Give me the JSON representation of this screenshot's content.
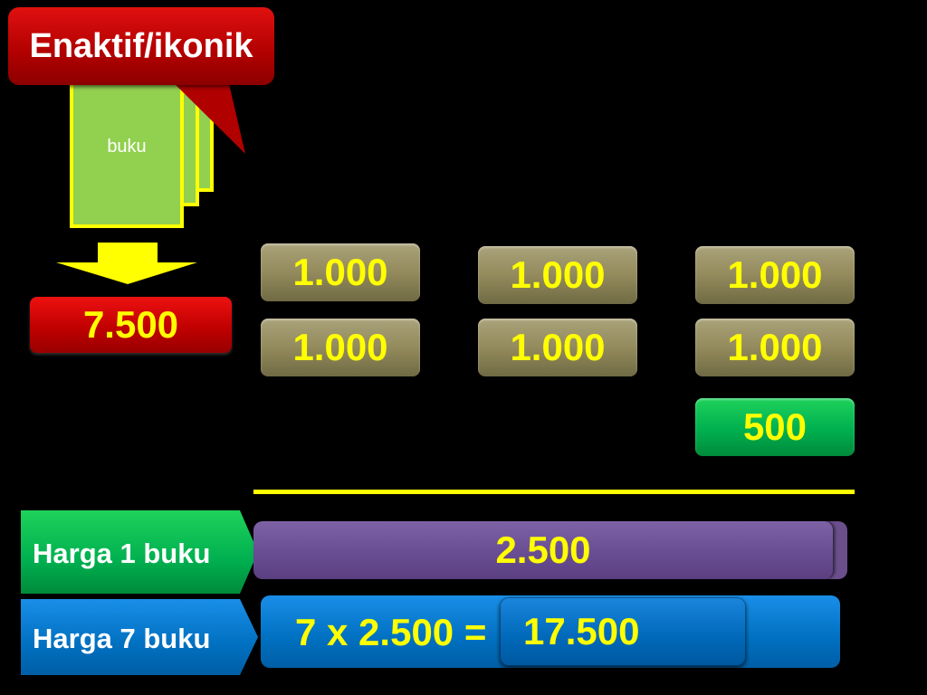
{
  "callout": {
    "title": "Enaktif/ikonik"
  },
  "book": {
    "label": "buku"
  },
  "total_box": {
    "value": "7.500"
  },
  "notes": [
    "1.000",
    "1.000",
    "1.000",
    "1.000",
    "1.000",
    "1.000"
  ],
  "coin": {
    "value": "500"
  },
  "rows": {
    "price_one": {
      "label": "Harga 1 buku",
      "value": "2.500"
    },
    "price_seven": {
      "label": "Harga 7 buku",
      "formula": "7 x 2.500 =",
      "result": "17.500"
    }
  },
  "colors": {
    "background": "#000000",
    "highlight": "#ffff00",
    "book": "#92d050",
    "callout": "#c00000",
    "note": "#938b5c",
    "coin": "#00b050",
    "purple_bar": "#6b4f95",
    "blue_bar": "#0070c0"
  }
}
